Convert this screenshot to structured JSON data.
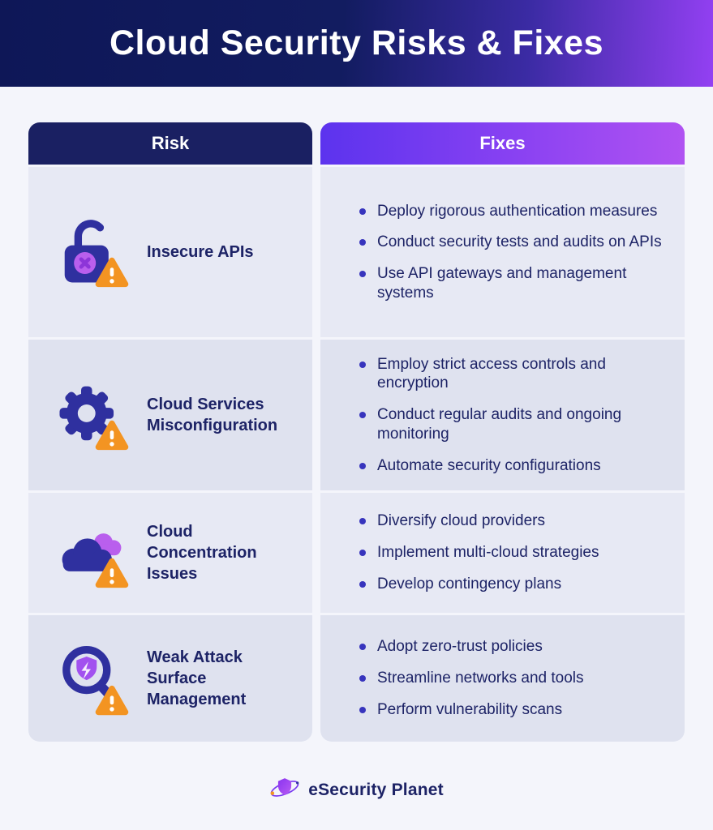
{
  "header": {
    "title": "Cloud Security Risks & Fixes"
  },
  "table": {
    "risk_header": "Risk",
    "fixes_header": "Fixes",
    "rows": [
      {
        "icon": "padlock-x-warning-icon",
        "risk": "Insecure APIs",
        "fixes": [
          "Deploy rigorous authentication measures",
          "Conduct security tests and audits on APIs",
          "Use API gateways and management systems"
        ]
      },
      {
        "icon": "gear-warning-icon",
        "risk": "Cloud Services Misconfiguration",
        "fixes": [
          "Employ strict access controls and encryption",
          "Conduct regular audits and ongoing monitoring",
          "Automate security configurations"
        ]
      },
      {
        "icon": "clouds-warning-icon",
        "risk": "Cloud Concentration Issues",
        "fixes": [
          "Diversify cloud providers",
          "Implement multi-cloud strategies",
          "Develop contingency plans"
        ]
      },
      {
        "icon": "magnifier-shield-warning-icon",
        "risk": "Weak Attack Surface Management",
        "fixes": [
          "Adopt zero-trust policies",
          "Streamline networks and tools",
          "Perform vulnerability scans"
        ]
      }
    ]
  },
  "footer": {
    "brand": "eSecurity Planet"
  },
  "colors": {
    "header_navy": "#0e1757",
    "header_purple": "#9340f2",
    "risk_header_bg": "#1a2062",
    "fixes_gradient_start": "#5c33ee",
    "fixes_gradient_end": "#b052f2",
    "row_light": "#e7e9f4",
    "row_dark": "#dfe2ef",
    "text_navy": "#1d2366",
    "bullet": "#3734bd",
    "icon_indigo": "#2f309f",
    "icon_purple": "#b95fed",
    "warning_orange": "#f39422",
    "page_bg": "#f4f5fb"
  }
}
